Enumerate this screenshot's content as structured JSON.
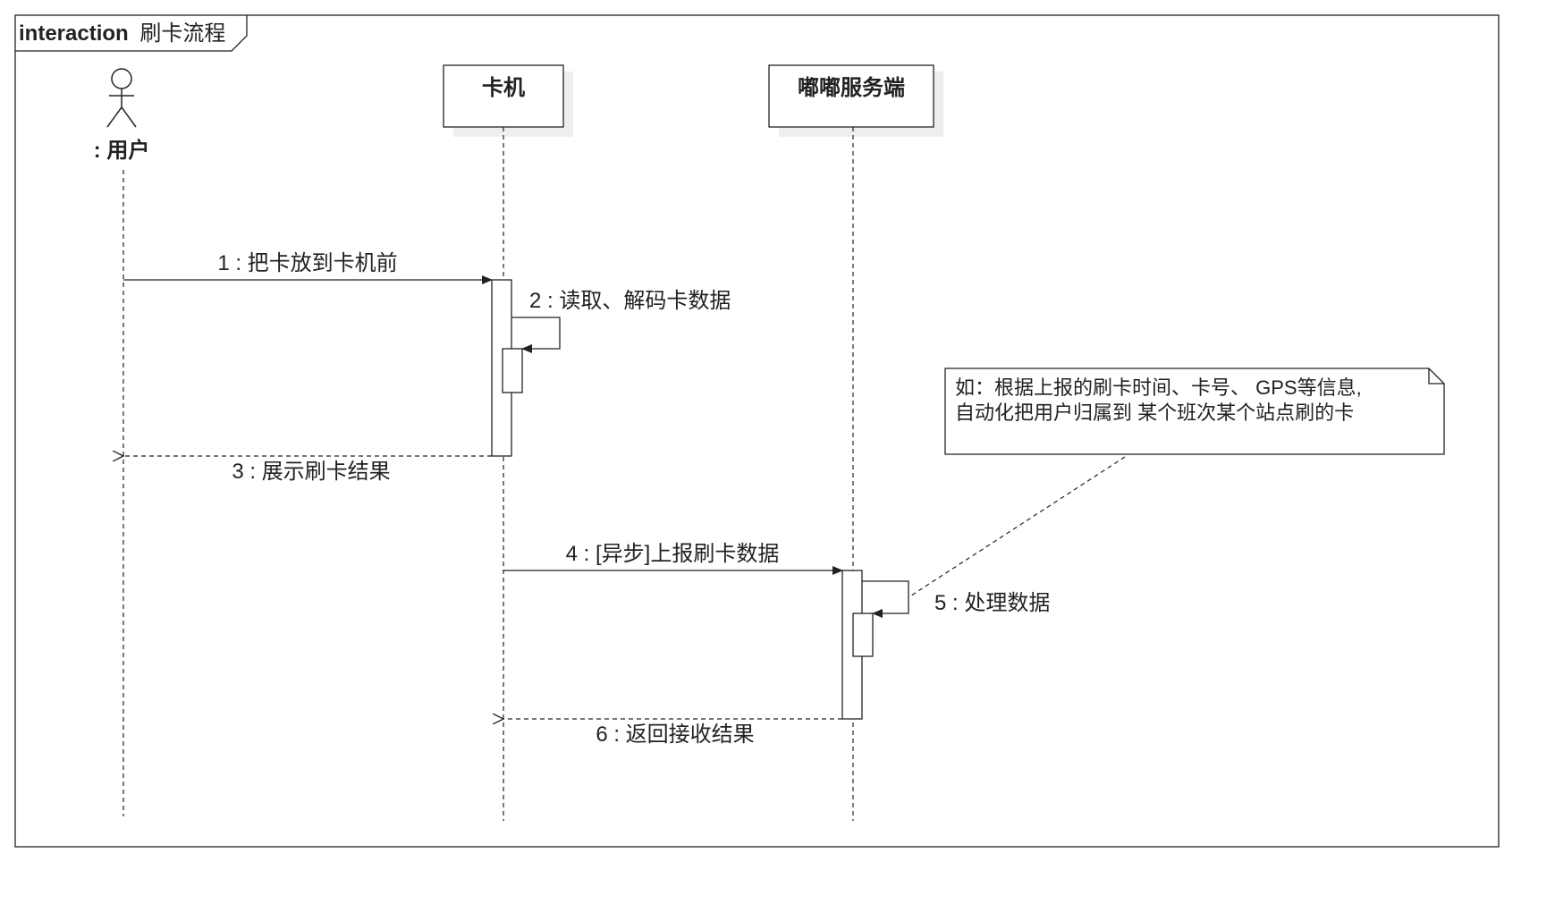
{
  "frame": {
    "keyword": "interaction",
    "name": "刷卡流程"
  },
  "lifelines": {
    "user": {
      "label": ": 用户",
      "icon": "actor-icon"
    },
    "card_machine": {
      "label": "卡机"
    },
    "server": {
      "label": "嘟嘟服务端"
    }
  },
  "messages": {
    "m1": "1 : 把卡放到卡机前",
    "m2": "2 : 读取、解码卡数据",
    "m3": "3 : 展示刷卡结果",
    "m4": "4 : [异步]上报刷卡数据",
    "m5": "5 : 处理数据",
    "m6": "6 : 返回接收结果"
  },
  "note": {
    "line1": "如：根据上报的刷卡时间、卡号、 GPS等信息,",
    "line2": "自动化把用户归属到 某个班次某个站点刷的卡"
  },
  "colors": {
    "stroke": "#222222",
    "shadow": "#eeeeee",
    "background": "#ffffff"
  }
}
